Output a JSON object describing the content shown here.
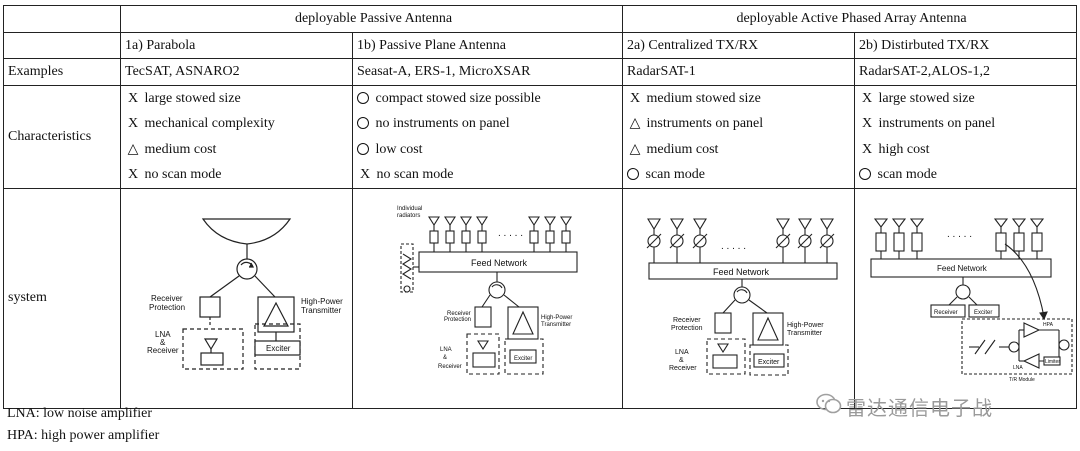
{
  "table": {
    "group_passive": "deployable Passive Antenna",
    "group_active": "deployable Active Phased Array Antenna",
    "columns": [
      "1a) Parabola",
      "1b) Passive Plane Antenna",
      "2a) Centralized TX/RX",
      "2b) Distirbuted TX/RX"
    ],
    "row_labels": {
      "examples": "Examples",
      "characteristics": "Characteristics",
      "system": "system"
    },
    "examples": [
      "TecSAT, ASNARO2",
      "Seasat-A, ERS-1, MicroXSAR",
      "RadarSAT-1",
      "RadarSAT-2,ALOS-1,2"
    ],
    "characteristics": [
      [
        {
          "mark": "X",
          "text": "large stowed size"
        },
        {
          "mark": "X",
          "text": "mechanical complexity"
        },
        {
          "mark": "△",
          "text": "medium cost"
        },
        {
          "mark": "X",
          "text": "no scan mode"
        }
      ],
      [
        {
          "mark": "○",
          "text": "compact stowed size possible"
        },
        {
          "mark": "○",
          "text": "no instruments on panel"
        },
        {
          "mark": "○",
          "text": "low cost"
        },
        {
          "mark": "X",
          "text": "no scan mode"
        }
      ],
      [
        {
          "mark": "X",
          "text": "medium stowed size"
        },
        {
          "mark": "△",
          "text": "instruments on panel"
        },
        {
          "mark": "△",
          "text": "medium cost"
        },
        {
          "mark": "○",
          "text": "scan mode"
        }
      ],
      [
        {
          "mark": "X",
          "text": "large stowed size"
        },
        {
          "mark": "X",
          "text": "instruments on panel"
        },
        {
          "mark": "X",
          "text": "high cost"
        },
        {
          "mark": "○",
          "text": "scan mode"
        }
      ]
    ]
  },
  "diagrams": {
    "receiver_protection": [
      "Receiver",
      "Protection"
    ],
    "lna_receiver": [
      "LNA",
      "&",
      "Receiver"
    ],
    "high_power_transmitter": [
      "High-Power",
      "Transmitter"
    ],
    "exciter": "Exciter",
    "feed_network": "Feed Network",
    "individual_radiators": [
      "Individual",
      "radiators"
    ],
    "receiver": "Receiver",
    "hpa": "HPA",
    "lna": "LNA",
    "limiter": "Limiter",
    "tr_module": "T/R Module",
    "dots": ". . . . ."
  },
  "footnotes": {
    "lna": "LNA: low noise amplifier",
    "hpa": "HPA: high power amplifier"
  },
  "watermark": "雷达通信电子战"
}
